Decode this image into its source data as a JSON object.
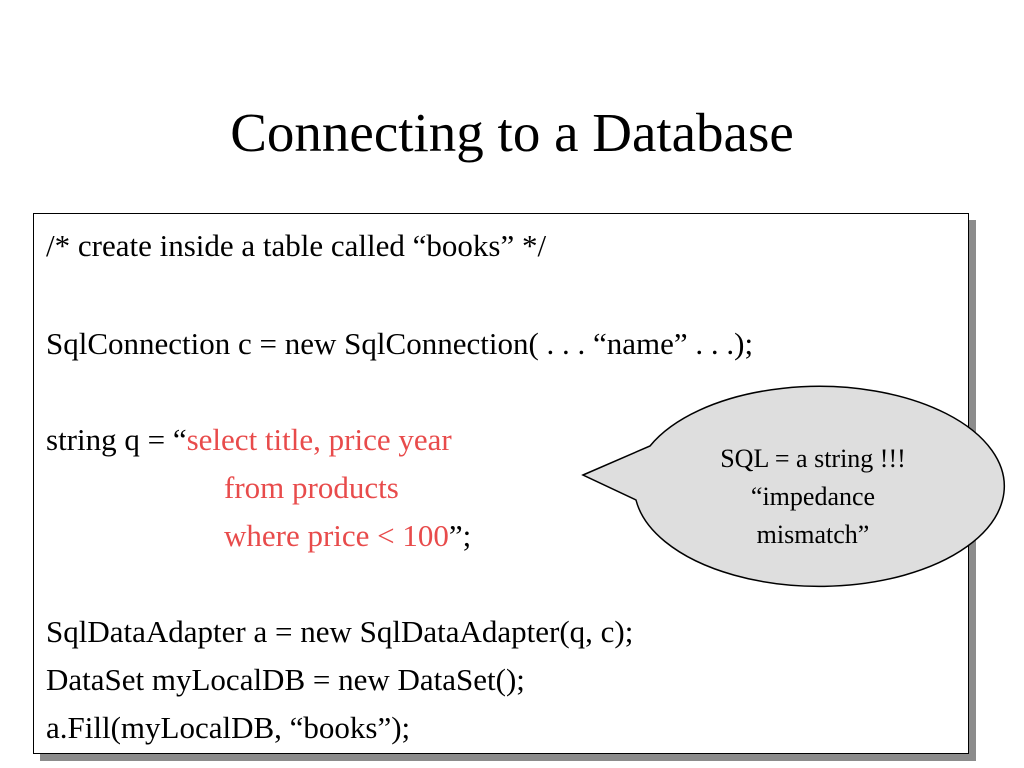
{
  "slide": {
    "title": "Connecting to a Database",
    "code": {
      "comment": "/* create inside a table called “books” */",
      "conn": "SqlConnection c = new SqlConnection( . . . “name” . . .);",
      "q_prefix": "string q = “",
      "q_sql_1": "select title, price year",
      "q_sql_2": "from products",
      "q_sql_3": "where price < 100",
      "q_suffix": "”;",
      "adapter": "SqlDataAdapter a = new SqlDataAdapter(q, c);",
      "dataset": "DataSet myLocalDB = new DataSet();",
      "fill": "a.Fill(myLocalDB, “books”);"
    },
    "callout": {
      "line1": "SQL = a string !!!",
      "line2": "“impedance",
      "line3": "mismatch”"
    },
    "colors": {
      "sql_string": "#e84b4b",
      "callout_fill": "#dedede",
      "box_shadow": "#8c8c8c"
    }
  }
}
